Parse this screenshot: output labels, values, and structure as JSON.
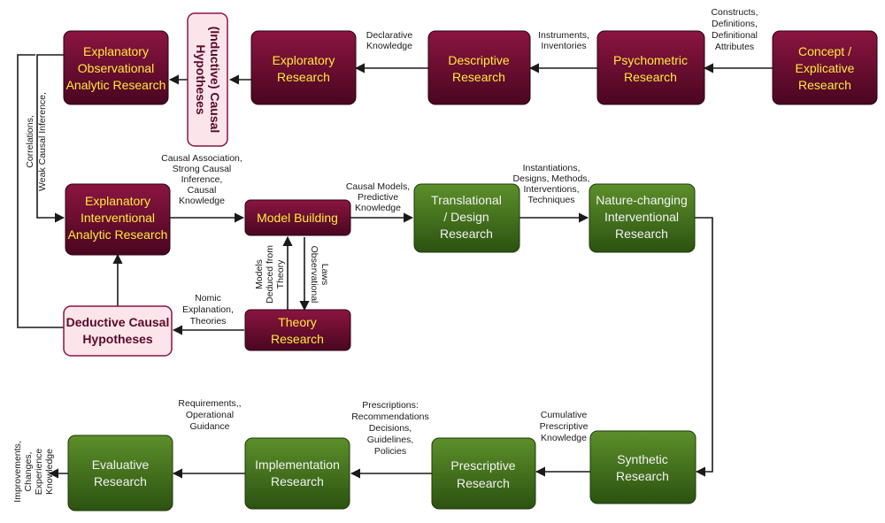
{
  "colors": {
    "maroon_fill": "#6b0a2e",
    "maroon_text": "#ffeb3b",
    "green_fill": "#3d6b1a",
    "green_text": "#f3f3f3",
    "pink_fill": "#fbe4ea",
    "pink_text": "#5a0a2a",
    "arrow": "#1a1a1a"
  },
  "boxes": {
    "explanatory_observational": [
      "Explanatory",
      "Observational",
      "Analytic Research"
    ],
    "inductive_hypotheses": [
      "(Inductive) Causal",
      "Hypotheses"
    ],
    "exploratory": [
      "Exploratory",
      "Research"
    ],
    "descriptive": [
      "Descriptive",
      "Research"
    ],
    "psychometric": [
      "Psychometric",
      "Research"
    ],
    "concept": [
      "Concept /",
      "Explicative",
      "Research"
    ],
    "explanatory_interventional": [
      "Explanatory",
      "Interventional",
      "Analytic Research"
    ],
    "model_building": [
      "Model Building"
    ],
    "translational": [
      "Translational",
      "/ Design",
      "Research"
    ],
    "nature_changing": [
      "Nature-changing",
      "Interventional",
      "Research"
    ],
    "deductive_hypotheses": [
      "Deductive Causal",
      "Hypotheses"
    ],
    "theory": [
      "Theory",
      "Research"
    ],
    "evaluative": [
      "Evaluative",
      "Research"
    ],
    "implementation": [
      "Implementation",
      "Research"
    ],
    "prescriptive": [
      "Prescriptive",
      "Research"
    ],
    "synthetic": [
      "Synthetic",
      "Research"
    ]
  },
  "labels": {
    "declarative": [
      "Declarative",
      "Knowledge"
    ],
    "instruments": [
      "Instruments,",
      "Inventories"
    ],
    "constructs": [
      "Constructs,",
      "Definitions,",
      "Definitional",
      "Attributes"
    ],
    "correlations": [
      "Correlations,",
      "Weak Causal Inference,"
    ],
    "causal_association": [
      "Causal Association,",
      "Strong Causal",
      "Inference,",
      "Causal",
      "Knowledge"
    ],
    "causal_models": [
      "Causal Models,",
      "Predictive",
      "Knowledge"
    ],
    "instantiations": [
      "Instantiations,",
      "Designs, Methods,",
      "Interventions,",
      "Techniques"
    ],
    "models_deduced": [
      "Models",
      "Deduced from",
      "Theory"
    ],
    "observational_laws": [
      "Observational",
      "Laws"
    ],
    "nomic": [
      "Nomic",
      "Explanation,",
      "Theories"
    ],
    "requirements": [
      "Requirements,,",
      "Operational",
      "Guidance"
    ],
    "prescriptions": [
      "Prescriptions:",
      "Recommendations",
      "Decisions,",
      "Guidelines,",
      "Policies"
    ],
    "cumulative": [
      "Cumulative",
      "Prescriptive",
      "Knowledge"
    ],
    "improvements": [
      "Improvements,",
      "Changes,",
      "Experience",
      "Knowledge"
    ]
  }
}
